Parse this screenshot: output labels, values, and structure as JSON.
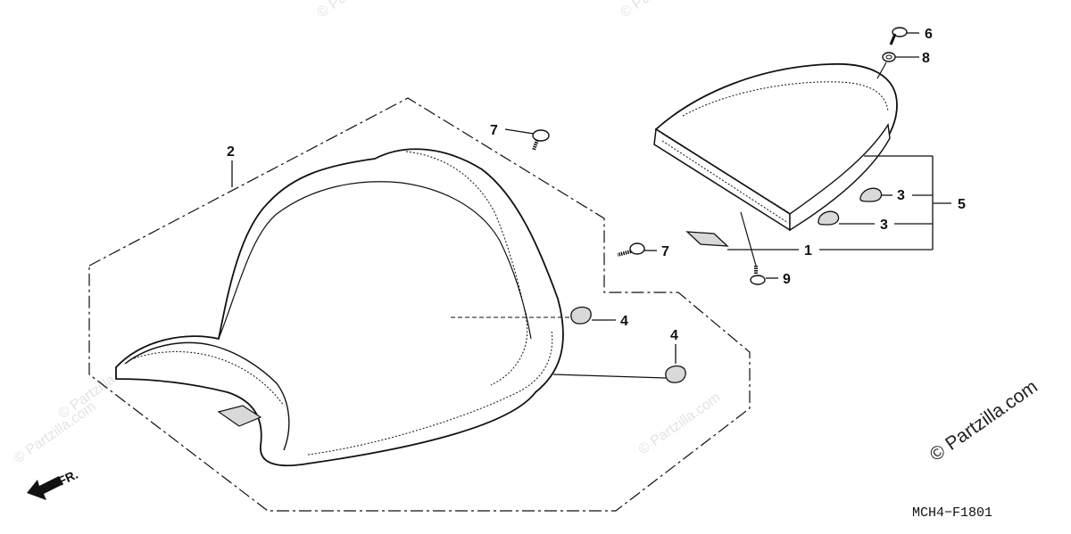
{
  "diagram": {
    "callouts": {
      "c1": "1",
      "c2": "2",
      "c3a": "3",
      "c3b": "3",
      "c4a": "4",
      "c4b": "4",
      "c5": "5",
      "c6": "6",
      "c7a": "7",
      "c7b": "7",
      "c8": "8",
      "c9": "9"
    },
    "direction_label": "FR.",
    "diagram_code": "MCH4−F1801",
    "watermark": "© Partzilla.com",
    "brand_text": "© Partzilla.com"
  },
  "colors": {
    "line": "#111111",
    "watermark": "#e3e3e3"
  }
}
